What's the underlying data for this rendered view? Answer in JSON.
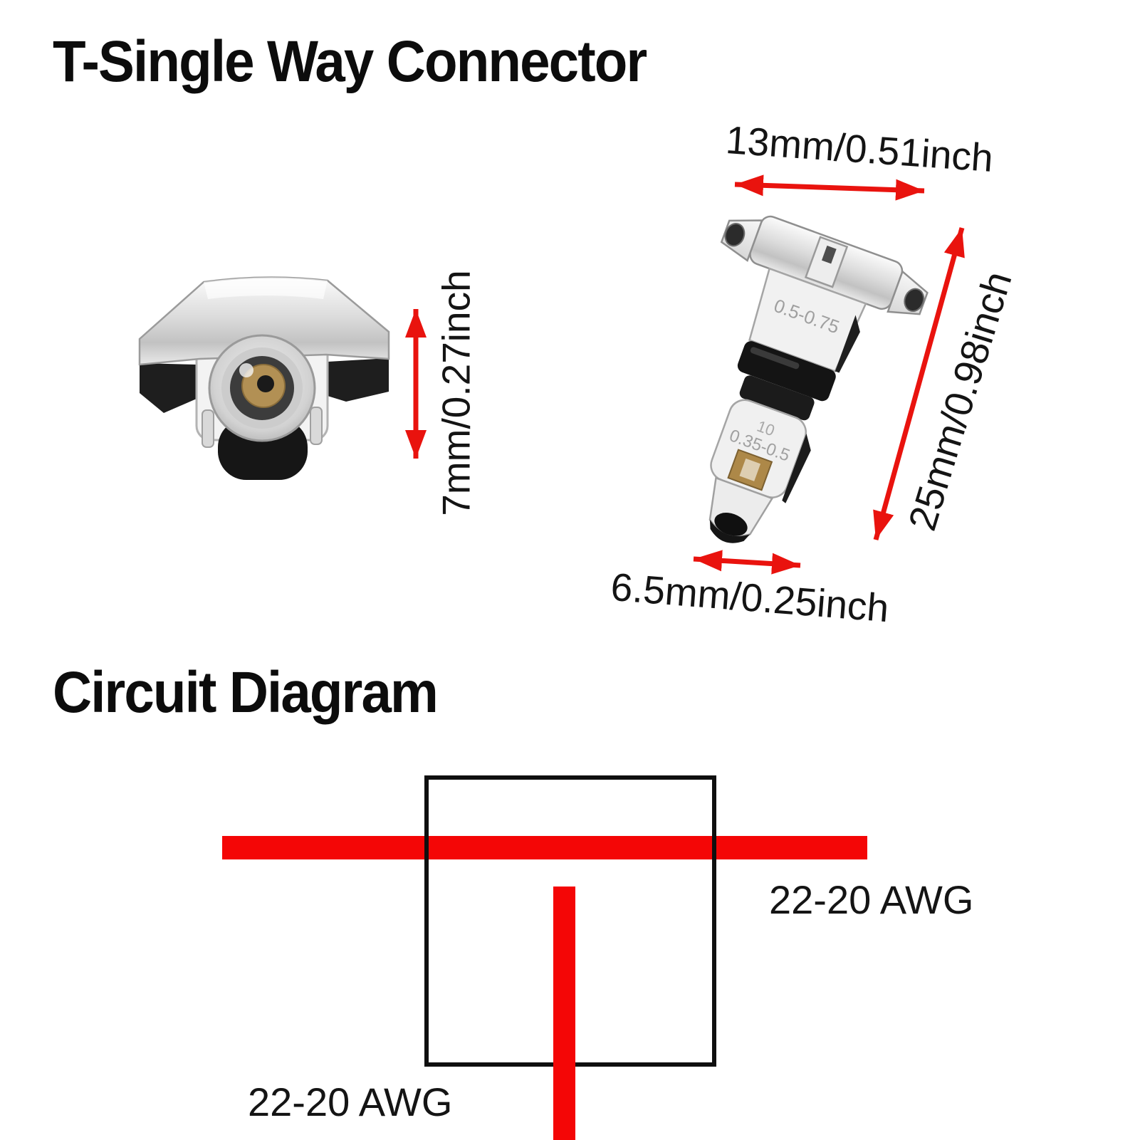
{
  "page": {
    "title": "T-Single Way Connector",
    "section2_title": "Circuit Diagram"
  },
  "dimension_labels": {
    "top_width": "13mm/0.51inch",
    "front_height": "7mm/0.27inch",
    "side_length": "25mm/0.98inch",
    "bottom_width": "6.5mm/0.25inch"
  },
  "connector_markings": {
    "upper_range": "0.5-0.75",
    "lower_gauge": "10",
    "lower_range": "0.35-0.5"
  },
  "circuit_diagram": {
    "wire_label_right": "22-20 AWG",
    "wire_label_bottom": "22-20 AWG"
  },
  "colors": {
    "arrow_red": "#e9130e",
    "wire_red": "#f40606",
    "outline_black": "#101010",
    "text_black": "#141414"
  }
}
